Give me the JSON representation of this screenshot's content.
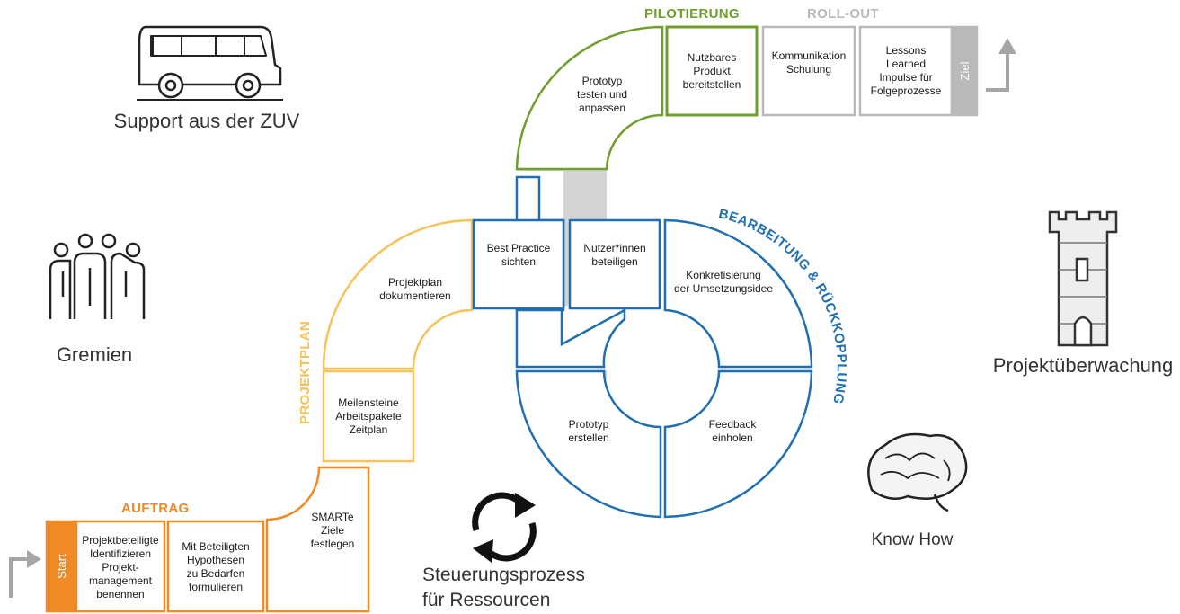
{
  "colors": {
    "auftrag": "#f08a24",
    "projektplan": "#f6c35a",
    "bearbeitung": "#1f6fb2",
    "pilotierung": "#6f9e2c",
    "rollout": "#b9b9b9",
    "connector": "#d3d3d3"
  },
  "phases": {
    "auftrag": "AUFTRAG",
    "projektplan": "PROJEKTPLAN",
    "bearbeitung": "BEARBEITUNG & RÜCKKOPPLUNG",
    "pilotierung": "PILOTIERUNG",
    "rollout": "ROLL-OUT"
  },
  "start_label": "Start",
  "ziel_label": "Ziel",
  "steps": {
    "auftrag_1": "Projektbeteiligte\nIdentifizieren\nProjekt-\nmanagement\nbenennen",
    "auftrag_2": "Mit Beteiligten\nHypothesen\nzu Bedarfen\nformulieren",
    "smarte": "SMARTe\nZiele\nfestlegen",
    "meilensteine": "Meilensteine\nArbeitspakete\nZeitplan",
    "projektplan_doc": "Projektplan\ndokumentieren",
    "best_practice": "Best Practice\nsichten",
    "nutzer": "Nutzer*innen\nbeteiligen",
    "konkretisierung": "Konkretisierung\nder Umsetzungsidee",
    "feedback": "Feedback\neinholen",
    "prototyp_erstellen": "Prototyp\nerstellen",
    "prototyp_testen": "Prototyp\ntesten und\nanpassen",
    "produkt": "Nutzbares\nProdukt\nbereitstellen",
    "kommunikation": "Kommunikation\nSchulung",
    "lessons": "Lessons\nLearned\nImpulse für\nFolgeprozesse"
  },
  "annotations": {
    "support": "Support aus der ZUV",
    "gremien": "Gremien",
    "projektueberwachung": "Projektüberwachung",
    "know_how": "Know How",
    "steuerung": "Steuerungsprozess\nfür Ressourcen"
  },
  "icons": [
    "van-icon",
    "people-icon",
    "tower-icon",
    "brain-icon",
    "cycle-arrows-icon",
    "start-arrow-icon",
    "goal-arrow-icon"
  ]
}
